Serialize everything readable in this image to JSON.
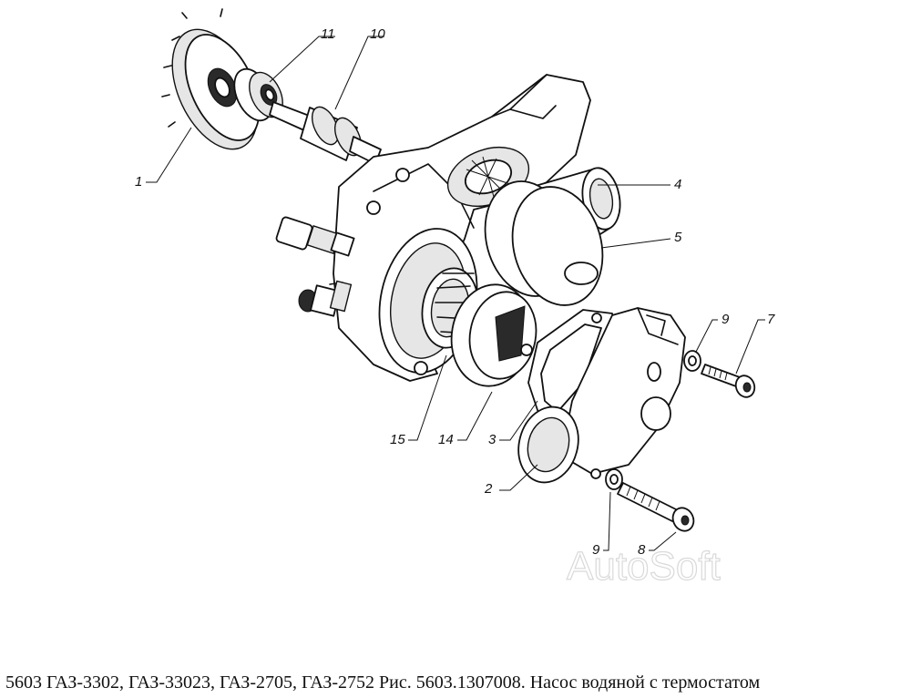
{
  "caption": "5603 ГАЗ-3302, ГАЗ-33023, ГАЗ-2705, ГАЗ-2752 Рис. 5603.1307008. Насос водяной с термостатом",
  "watermark": "AutoSoft",
  "callouts": {
    "c1": "1",
    "c2": "2",
    "c3": "3",
    "c4": "4",
    "c5": "5",
    "c7": "7",
    "c8": "8",
    "c9a": "9",
    "c9b": "9",
    "c10": "10",
    "c11": "11",
    "c14": "14",
    "c15": "15"
  }
}
